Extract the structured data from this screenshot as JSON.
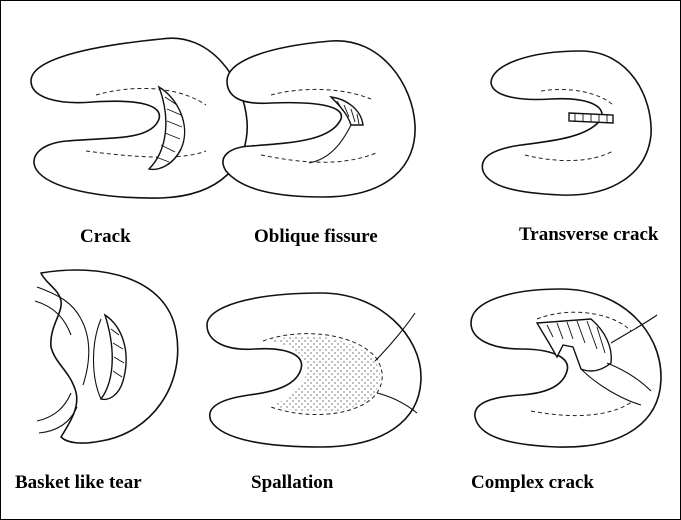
{
  "figure": {
    "captions": [
      "Crack",
      "Oblique fissure",
      "Transverse crack",
      "Basket like tear",
      "Spallation",
      "Complex crack"
    ]
  }
}
